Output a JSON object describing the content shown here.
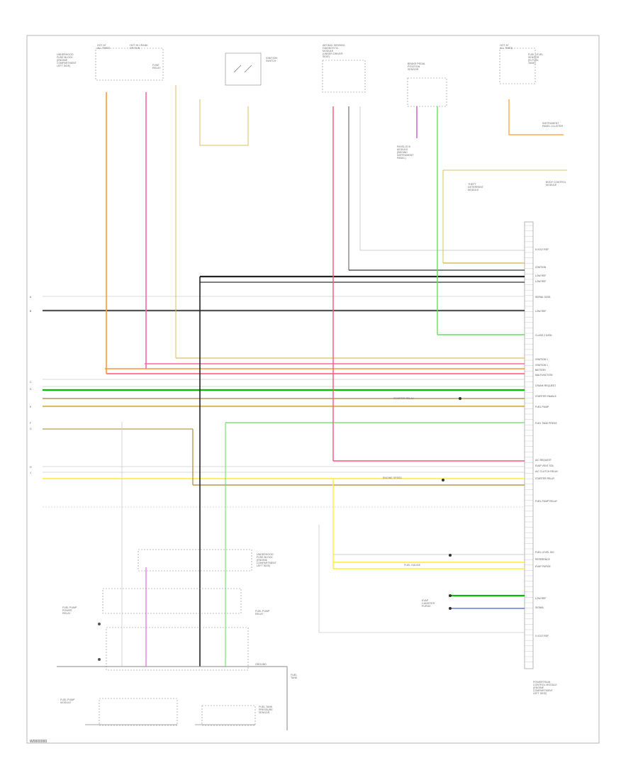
{
  "diagram": {
    "footer_code": "W0000000",
    "colors": {
      "orange": "#ff9933",
      "pink": "#ff66aa",
      "tan": "#d9bf66",
      "light_green": "#66dd66",
      "green": "#00bb00",
      "yellow": "#ffee33",
      "dark_gray": "#555555",
      "black": "#222222",
      "light_gray": "#cccccc",
      "violet": "#cc55cc",
      "blue": "#6677dd",
      "red_pink": "#ff5577",
      "brown": "#b89955"
    },
    "top_components": [
      {
        "id": "underhood-fuse-relay",
        "label": "UNDERHOOD\nFUSE BLOCK\n(ENGINE\nCOMPARTMENT\nLEFT SIDE)"
      },
      {
        "id": "hot-at-all-times",
        "label": "HOT AT\nALL TIMES"
      },
      {
        "id": "hot-crank-run",
        "label": "HOT IN CRANK\nOR RUN"
      },
      {
        "id": "fuse-relay",
        "label": "FUSE\nRELAY"
      },
      {
        "id": "ignition-switch",
        "label": "IGNITION\nSWITCH"
      },
      {
        "id": "air-bag-module",
        "label": "AIR BAG SENSING\nDIAGNOSTIC\nMODULE\n(UNDER DRIVER\nSEAT)"
      },
      {
        "id": "brake-pedal-switch",
        "label": "BRAKE PEDAL\nPOSITION\nSENSOR"
      },
      {
        "id": "fuel-level-sensor",
        "label": "FUEL LEVEL\nSENSOR\n(IN FUEL\nTANK)"
      },
      {
        "id": "instrument-cluster",
        "label": "INSTRUMENT\nPANEL CLUSTER"
      },
      {
        "id": "body-control-module",
        "label": "BODY CONTROL\nMODULE"
      },
      {
        "id": "hot-at-all-times-2",
        "label": "HOT AT\nALL TIMES"
      }
    ],
    "right_module_label": "POWERTRAIN\nCONTROL MODULE\n(ENGINE\nCOMPARTMENT\nLEFT SIDE)",
    "bottom_components": [
      {
        "id": "fuel-pump-module",
        "label": "FUEL PUMP\nMODULE"
      },
      {
        "id": "underhood-fuse-bottom",
        "label": "UNDERHOOD\nFUSE BLOCK\n(ENGINE\nCOMPARTMENT\nLEFT SIDE)"
      },
      {
        "id": "fuel-pump-relay",
        "label": "FUEL PUMP\nRELAY"
      },
      {
        "id": "fuel-tank",
        "label": "FUEL\nTANK"
      },
      {
        "id": "ground-label",
        "label": "GROUND"
      }
    ],
    "mid_labels": [
      {
        "id": "starter-relay-label",
        "label": "STARTER RELAY"
      },
      {
        "id": "tach-label",
        "label": "ENGINE SPEED"
      },
      {
        "id": "fuel-gauge-label",
        "label": "FUEL GAUGE"
      },
      {
        "id": "evap-label",
        "label": "EVAP\nCANISTER\nPURGE"
      }
    ],
    "pcm_pins": [
      "5 VOLT REF",
      "IGNITION",
      "LOW REF",
      "LOW REF",
      "SERIAL DATA",
      "LOW REF",
      "CLASS 2 DATA",
      "IGNITION 1",
      "IGNITION 1",
      "BATTERY",
      "MALFUNCTION",
      "CRANK REQUEST",
      "STARTER ENABLE",
      "FUEL PUMP",
      "FUEL TANK PRESS",
      "A/C REQUEST",
      "EVAP VENT SOL",
      "A/C CLUTCH RELAY",
      "STARTER RELAY",
      "FUEL PUMP RELAY",
      "FUEL LEVEL SIG",
      "REFERENCE",
      "EVAP PURGE",
      "LOW REF",
      "SIGNAL",
      "5 VOLT REF"
    ],
    "left_terminals": [
      "A",
      "B",
      "C",
      "D",
      "E",
      "F",
      "G",
      "H",
      "J"
    ]
  }
}
